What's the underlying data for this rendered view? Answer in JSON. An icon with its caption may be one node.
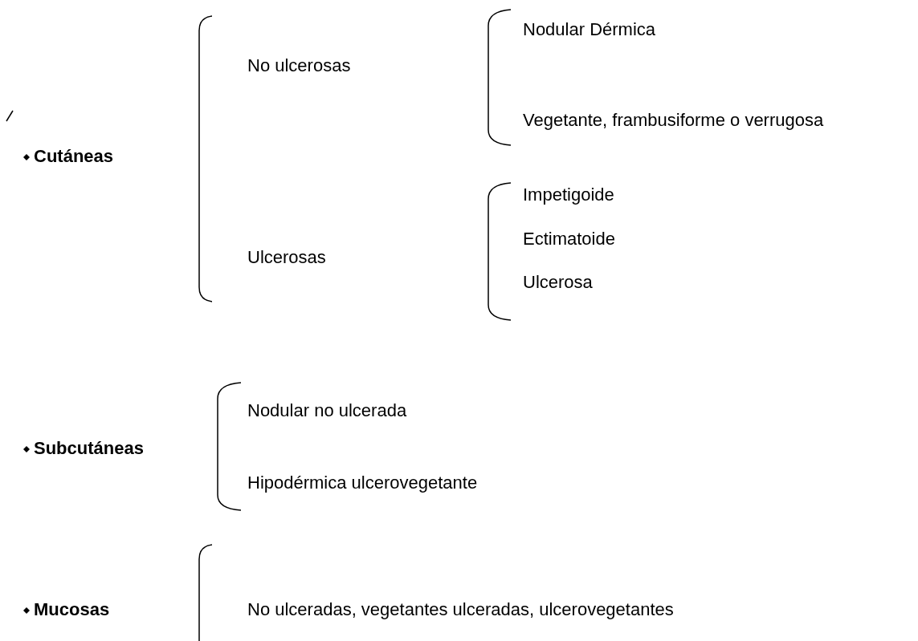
{
  "diagram": {
    "labels": [
      "Cutáneas",
      "No ulcerosas",
      "Nodular Dérmica",
      "Vegetante, frambusiforme o verrugosa",
      "Ulcerosas",
      "Impetigoide",
      "Ectimatoide",
      "Ulcerosa",
      "Subcutáneas",
      "Nodular no ulcerada",
      "Hipodérmica ulcerovegetante",
      "Mucosas",
      "No ulceradas, vegetantes ulceradas, ulcerovegetantes"
    ]
  }
}
